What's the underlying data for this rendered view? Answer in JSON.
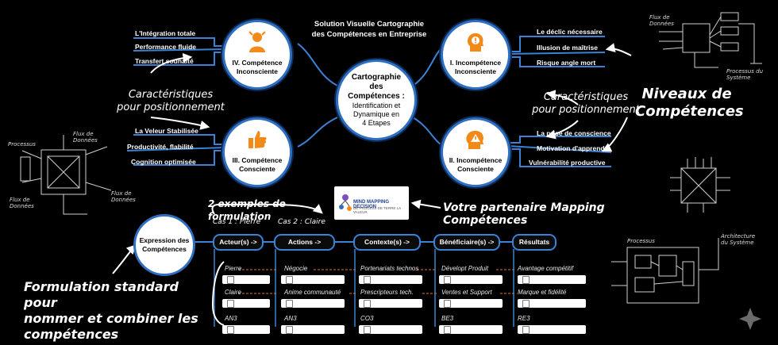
{
  "title": {
    "line1": "Solution Visuelle Cartographie",
    "line2": "des Compétences en Entreprise"
  },
  "center": {
    "line1": "Cartographie",
    "line2": "des",
    "line3": "Compétences :",
    "line4": "Identification et",
    "line5": "Dynamique en",
    "line6": "4 Etapes"
  },
  "quadrants": {
    "q4": {
      "label1": "IV. Compétence",
      "label2": "Inconsciente",
      "branches": [
        "L'Intégration totale",
        "Performance fluide",
        "Transfert souhaité"
      ]
    },
    "q3": {
      "label1": "III. Compétence",
      "label2": "Consciente",
      "branches": [
        "La Veleur Stabilisée",
        "Productivité, flabilité",
        "Cognition optimisée"
      ]
    },
    "q1": {
      "label1": "I. Incompétence",
      "label2": "Inconsciente",
      "branches": [
        "Le déclic nécessaire",
        "Illusion de maîtrise",
        "Risque angle mort"
      ]
    },
    "q2": {
      "label1": "II. Incompétence",
      "label2": "Consciente",
      "branches": [
        "La prise de conscience",
        "Motivation d'apprendre",
        "Vulnérabilité productive"
      ]
    }
  },
  "annotations": {
    "left_caract": {
      "line1": "Caractéristiques",
      "line2": "pour positionnement"
    },
    "right_caract": {
      "line1": "Caractéristiques",
      "line2": "pour positionnement"
    },
    "niveaux": {
      "line1": "Niveaux de",
      "line2": "Compétences"
    },
    "partenaire": "Votre partenaire Mapping Compétences",
    "exemples": "2 exemples de formulation",
    "cas1": "Cas 1 : Pierre",
    "cas2": "Cas 2 : Claire",
    "formulation": {
      "line1": "Formulation standard pour",
      "line2": "nommer et combiner les",
      "line3": "compétences"
    }
  },
  "logo": {
    "line1": "MIND MAPPING DECISION",
    "line2": "DE PROCESS DE TERRE LA VALEUR"
  },
  "expression": {
    "line1": "Expression des",
    "line2": "Compétences"
  },
  "columns": [
    "Acteur(s) ->",
    "Actions ->",
    "Contexte(s) ->",
    "Bénéficiaire(s) ->",
    "Résultats"
  ],
  "rows": [
    [
      "Pierre",
      "Négocie",
      "Portenariats technos",
      "Dévelopt Produit",
      "Avantage compétitif"
    ],
    [
      "Claire",
      "Anime communauté",
      "Prescripteurs tech.",
      "Ventes et Support",
      "Marque et fidélité"
    ],
    [
      "AN3",
      "AN3",
      "CO3",
      "BE3",
      "RE3"
    ]
  ],
  "sketches": {
    "tr_flux1": "Flux de",
    "tr_flux2": "Données",
    "tr_proc1": "Processus du",
    "tr_proc2": "Système",
    "l_proc": "Processus",
    "l_flux_a1": "Flux de",
    "l_flux_a2": "Données",
    "l_flux_b1": "Flux de",
    "l_flux_b2": "Données",
    "l_flux_c1": "Flux de",
    "l_flux_c2": "Données",
    "br_proc": "Processus",
    "br_arch1": "Architecture",
    "br_arch2": "du Système"
  },
  "colors": {
    "accent": "#2f6fc2",
    "icon": "#f28a1a",
    "line": "#3b82d6"
  }
}
